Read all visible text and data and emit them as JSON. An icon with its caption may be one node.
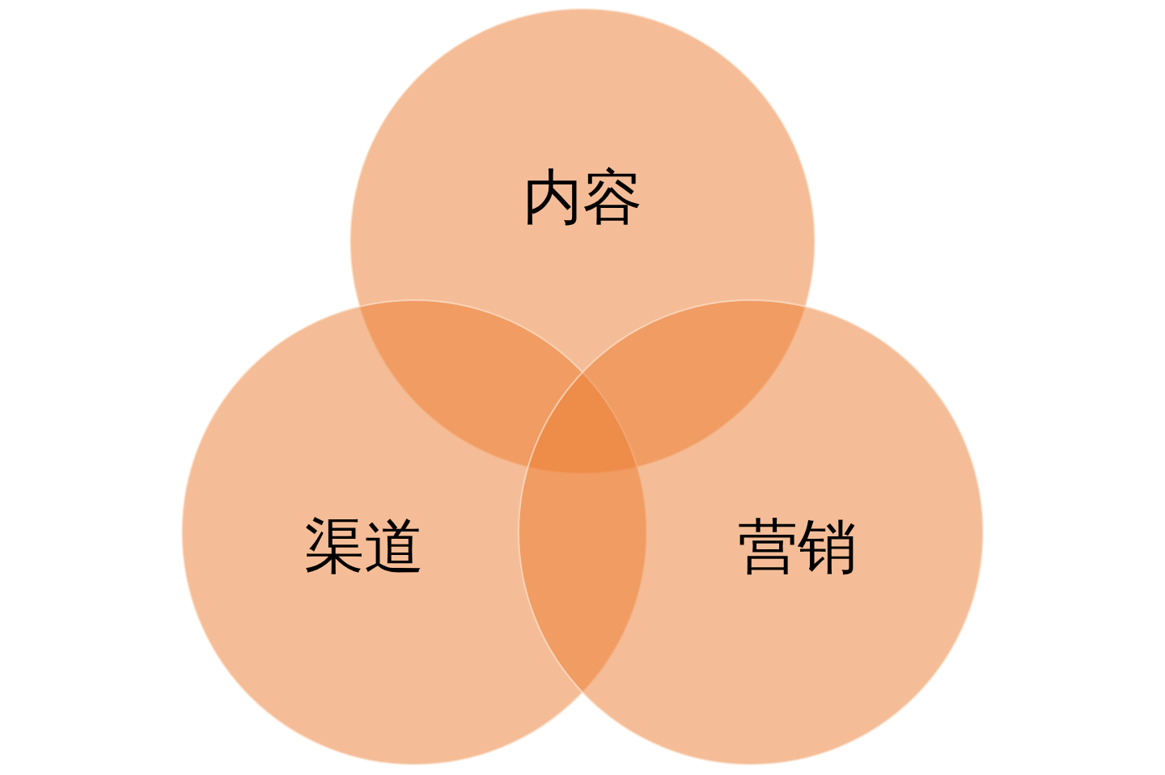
{
  "diagram": {
    "nodes": [
      {
        "text": [
          "内容"
        ]
      },
      {
        "text": [
          "渠道"
        ]
      },
      {
        "text": [
          "营销"
        ]
      }
    ]
  }
}
